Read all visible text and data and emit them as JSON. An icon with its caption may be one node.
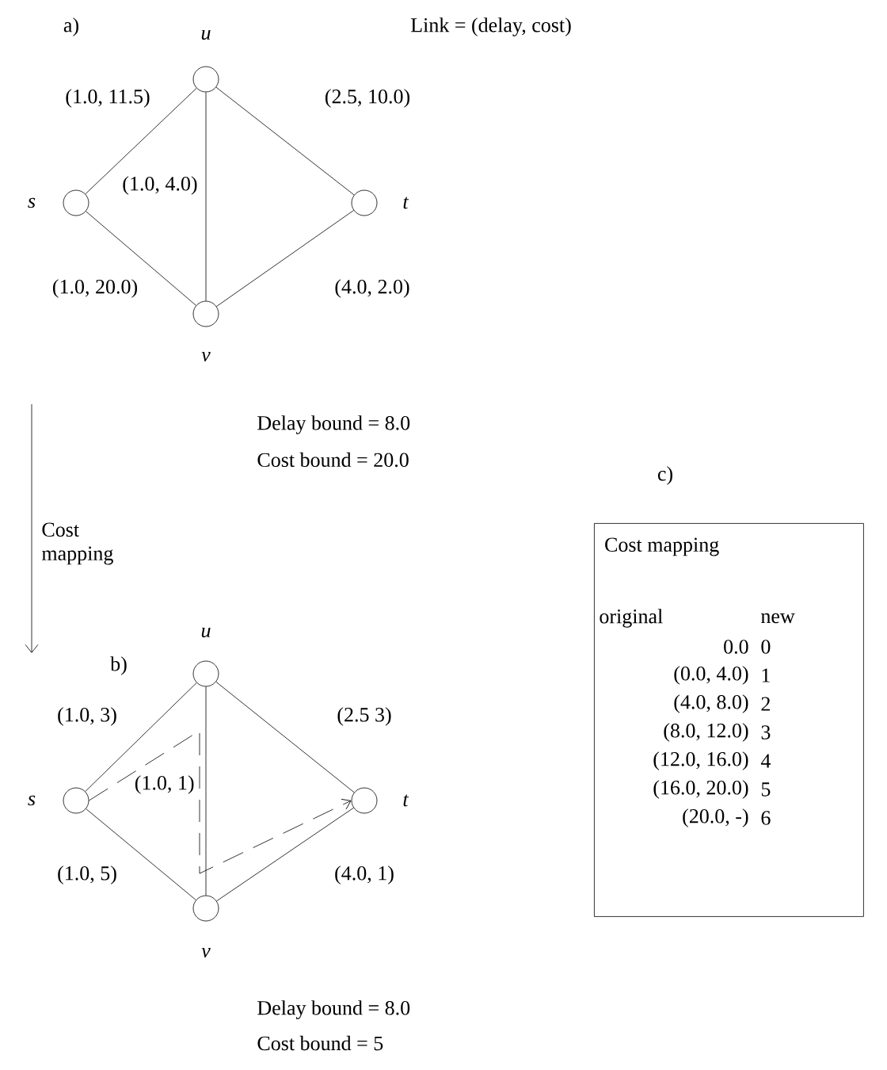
{
  "diagram": {
    "nodes": [
      {
        "text": [],
        "shape": "circle",
        "beside": [
          "u"
        ]
      },
      {
        "text": [],
        "shape": "circle",
        "beside": [
          "s"
        ]
      },
      {
        "text": [],
        "shape": "circle",
        "beside": [
          "t"
        ]
      },
      {
        "text": [],
        "shape": "circle",
        "beside": [
          "v"
        ]
      },
      {
        "text": [],
        "shape": "circle",
        "beside": [
          "u"
        ]
      },
      {
        "text": [],
        "shape": "circle",
        "beside": [
          "s"
        ]
      },
      {
        "text": [],
        "shape": "circle",
        "beside": [
          "t"
        ]
      },
      {
        "text": [],
        "shape": "circle",
        "beside": [
          "v"
        ]
      },
      {
        "text": [
          "Cost mapping"
        ]
      }
    ],
    "edges": [
      {
        "from": 1,
        "to": 0,
        "arrow": "none",
        "label": "(1.0, 11.5)"
      },
      {
        "from": 0,
        "to": 2,
        "arrow": "none",
        "label": "(2.5, 10.0)"
      },
      {
        "from": 0,
        "to": 3,
        "arrow": "none",
        "label": "(1.0, 4.0)"
      },
      {
        "from": 1,
        "to": 3,
        "arrow": "none",
        "label": "(1.0, 20.0)"
      },
      {
        "from": 3,
        "to": 2,
        "arrow": "none",
        "label": "(4.0, 2.0)"
      },
      {
        "from": 5,
        "to": 4,
        "arrow": "none",
        "label": "(1.0, 3)"
      },
      {
        "from": 4,
        "to": 6,
        "arrow": "none",
        "label": "(2.5 3)"
      },
      {
        "from": 4,
        "to": 7,
        "arrow": "none",
        "label": "(1.0, 1)"
      },
      {
        "from": 5,
        "to": 7,
        "arrow": "none",
        "label": "(1.0, 5)"
      },
      {
        "from": 7,
        "to": 6,
        "arrow": "none",
        "label": "(4.0, 1)"
      },
      {
        "from": 5,
        "to": 6,
        "arrow": "to",
        "style": "dashed"
      }
    ],
    "labels": [
      "a)",
      "Link = (delay, cost)",
      "Delay bound = 8.0",
      "Cost bound = 20.0",
      "Cost mapping",
      "b)",
      "Delay bound = 8.0",
      "Cost bound = 5",
      "c)",
      "original",
      "new",
      "0.0",
      "0",
      "(0.0, 4.0)",
      "1",
      "(4.0, 8.0)",
      "2",
      "(8.0, 12.0)",
      "3",
      "(12.0, 16.0)",
      "4",
      "(16.0, 20.0)",
      "5",
      "(20.0, -)",
      "6"
    ]
  }
}
